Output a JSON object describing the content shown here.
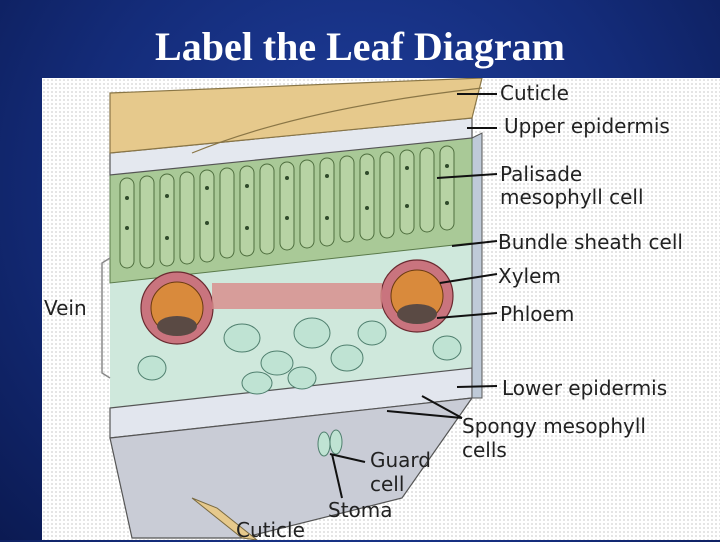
{
  "title": "Label the Leaf Diagram",
  "labels": {
    "cuticle_top": "Cuticle",
    "upper_epidermis": "Upper epidermis",
    "palisade_line1": "Palisade",
    "palisade_line2": "mesophyll cell",
    "bundle_sheath": "Bundle sheath cell",
    "xylem": "Xylem",
    "phloem": "Phloem",
    "vein": "Vein",
    "lower_epidermis": "Lower epidermis",
    "spongy_line1": "Spongy mesophyll",
    "spongy_line2": "cells",
    "guard_line1": "Guard",
    "guard_line2": "cell",
    "stoma": "Stoma",
    "cuticle_bottom": "Cuticle"
  },
  "colors": {
    "background": "#142c7a",
    "cuticle": "#e6c98c",
    "epidermis": "#dfe3ea",
    "palisade": "#9cc08a",
    "spongy": "#bfe3d3",
    "bundle_sheath": "#c9747e",
    "xylem": "#d98a3c",
    "phloem": "#5a4a44"
  }
}
